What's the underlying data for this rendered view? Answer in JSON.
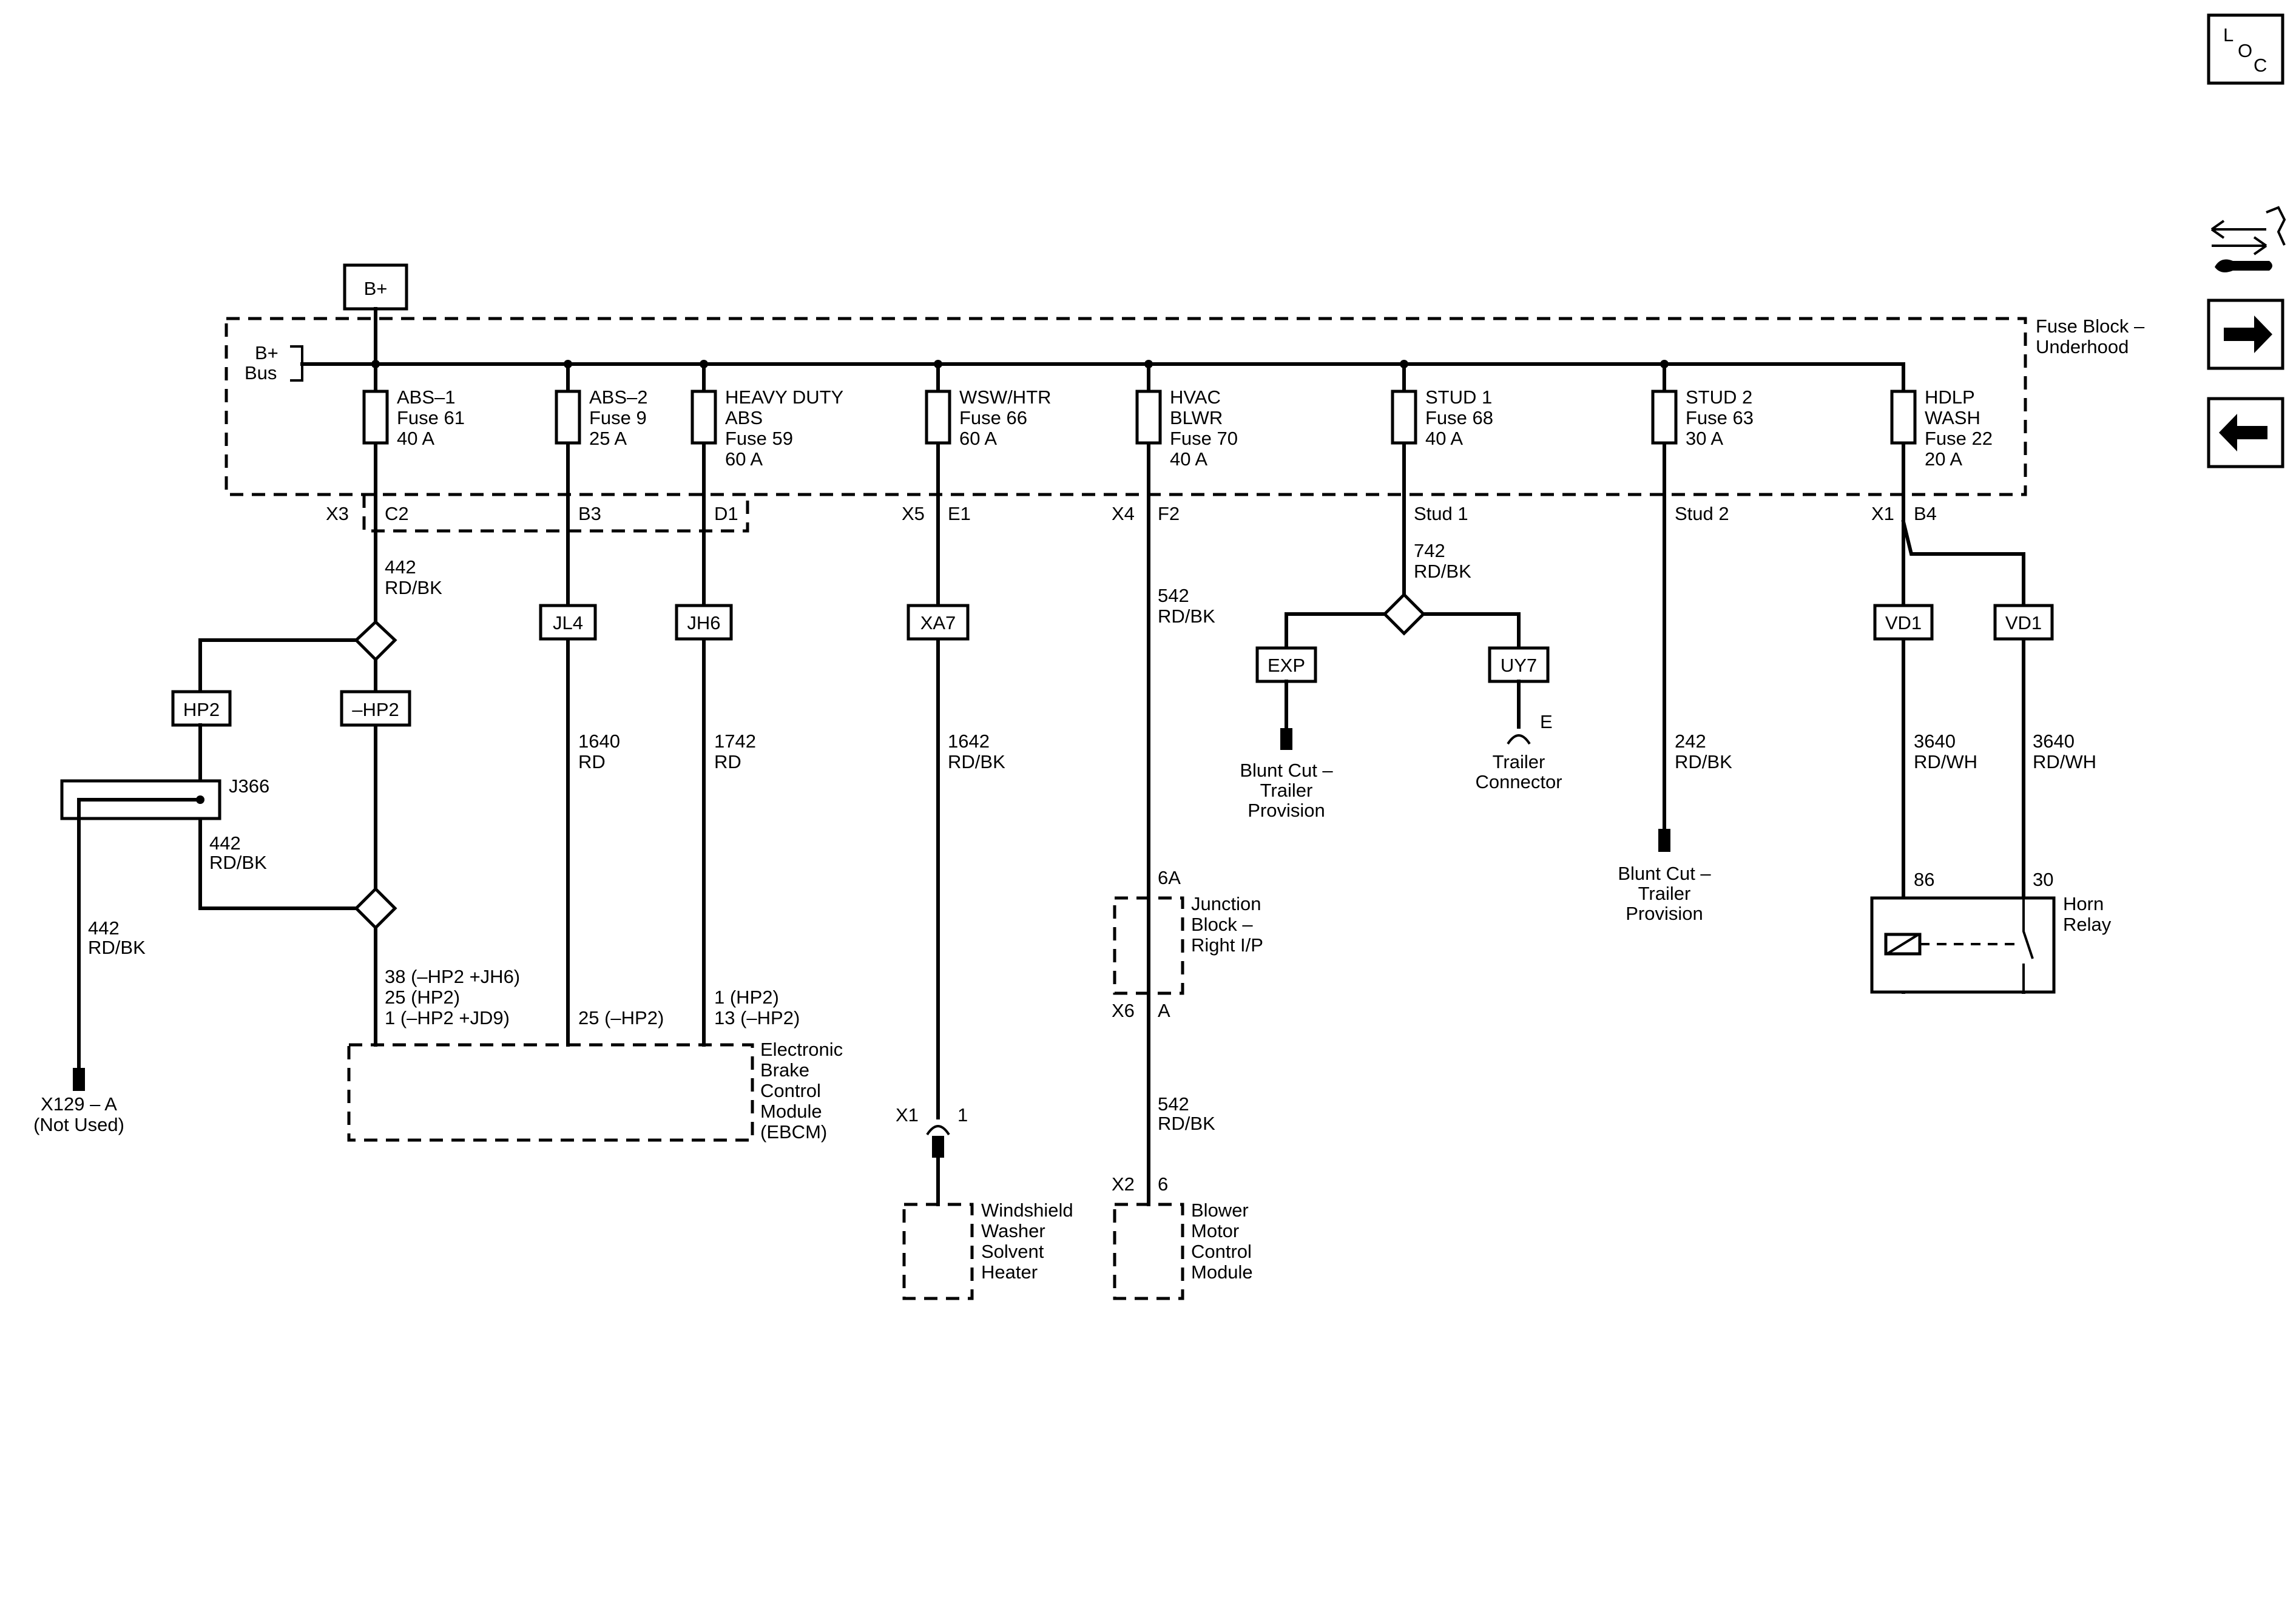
{
  "bplus_label": "B+",
  "bus_label": [
    "B+",
    "Bus"
  ],
  "fuse_block_label": [
    "Fuse Block –",
    "Underhood"
  ],
  "nav": {
    "loc": [
      "L",
      "O",
      "C"
    ]
  },
  "fuses": [
    {
      "label": [
        "ABS–1",
        "Fuse 61",
        "40 A"
      ]
    },
    {
      "label": [
        "ABS–2",
        "Fuse 9",
        "25 A"
      ]
    },
    {
      "label": [
        "HEAVY DUTY",
        "ABS",
        "Fuse 59",
        "60 A"
      ]
    },
    {
      "label": [
        "WSW/HTR",
        "Fuse 66",
        "60 A"
      ]
    },
    {
      "label": [
        "HVAC",
        "BLWR",
        "Fuse 70",
        "40 A"
      ]
    },
    {
      "label": [
        "STUD 1",
        "Fuse 68",
        "40 A"
      ]
    },
    {
      "label": [
        "STUD 2",
        "Fuse 63",
        "30 A"
      ]
    },
    {
      "label": [
        "HDLP",
        "WASH",
        "Fuse 22",
        "20 A"
      ]
    }
  ],
  "connectors": {
    "x3": "X3",
    "c2": "C2",
    "b3": "B3",
    "d1": "D1",
    "x5": "X5",
    "e1": "E1",
    "x4": "X4",
    "f2": "F2",
    "stud1": "Stud 1",
    "stud2": "Stud 2",
    "x1": "X1",
    "b4": "B4",
    "x6": "X6",
    "a": "A",
    "x2": "X2",
    "six": "6",
    "sixA": "6A",
    "x1b": "X1",
    "one": "1",
    "e": "E",
    "pin86": "86",
    "pin30": "30"
  },
  "options": {
    "hp2": "HP2",
    "nhp2": "–HP2",
    "jl4": "JL4",
    "jh6": "JH6",
    "xa7": "XA7",
    "exp": "EXP",
    "uy7": "UY7",
    "vd1a": "VD1",
    "vd1b": "VD1"
  },
  "wires": {
    "w442a": [
      "442",
      "RD/BK"
    ],
    "w442b": [
      "442",
      "RD/BK"
    ],
    "w442c": [
      "442",
      "RD/BK"
    ],
    "w1640": [
      "1640",
      "RD"
    ],
    "w1742": [
      "1742",
      "RD"
    ],
    "w1642": [
      "1642",
      "RD/BK"
    ],
    "w542a": [
      "542",
      "RD/BK"
    ],
    "w542b": [
      "542",
      "RD/BK"
    ],
    "w742": [
      "742",
      "RD/BK"
    ],
    "w242": [
      "242",
      "RD/BK"
    ],
    "w3640a": [
      "3640",
      "RD/WH"
    ],
    "w3640b": [
      "3640",
      "RD/WH"
    ]
  },
  "splice": "J366",
  "pins": {
    "ebcm_left": [
      "38 (–HP2 +JH6)",
      "25 (HP2)",
      "1 (–HP2 +JD9)"
    ],
    "ebcm_mid": "25 (–HP2)",
    "ebcm_right": [
      "1 (HP2)",
      "13 (–HP2)"
    ]
  },
  "components": {
    "x129": [
      "X129 – A",
      "(Not Used)"
    ],
    "ebcm": [
      "Electronic",
      "Brake",
      "Control",
      "Module",
      "(EBCM)"
    ],
    "washer": [
      "Windshield",
      "Washer",
      "Solvent",
      "Heater"
    ],
    "junction": [
      "Junction",
      "Block –",
      "Right I/P"
    ],
    "blower": [
      "Blower",
      "Motor",
      "Control",
      "Module"
    ],
    "blunt1": [
      "Blunt Cut –",
      "Trailer",
      "Provision"
    ],
    "trailer": [
      "Trailer",
      "Connector"
    ],
    "blunt2": [
      "Blunt Cut –",
      "Trailer",
      "Provision"
    ],
    "horn": [
      "Horn",
      "Relay"
    ]
  }
}
